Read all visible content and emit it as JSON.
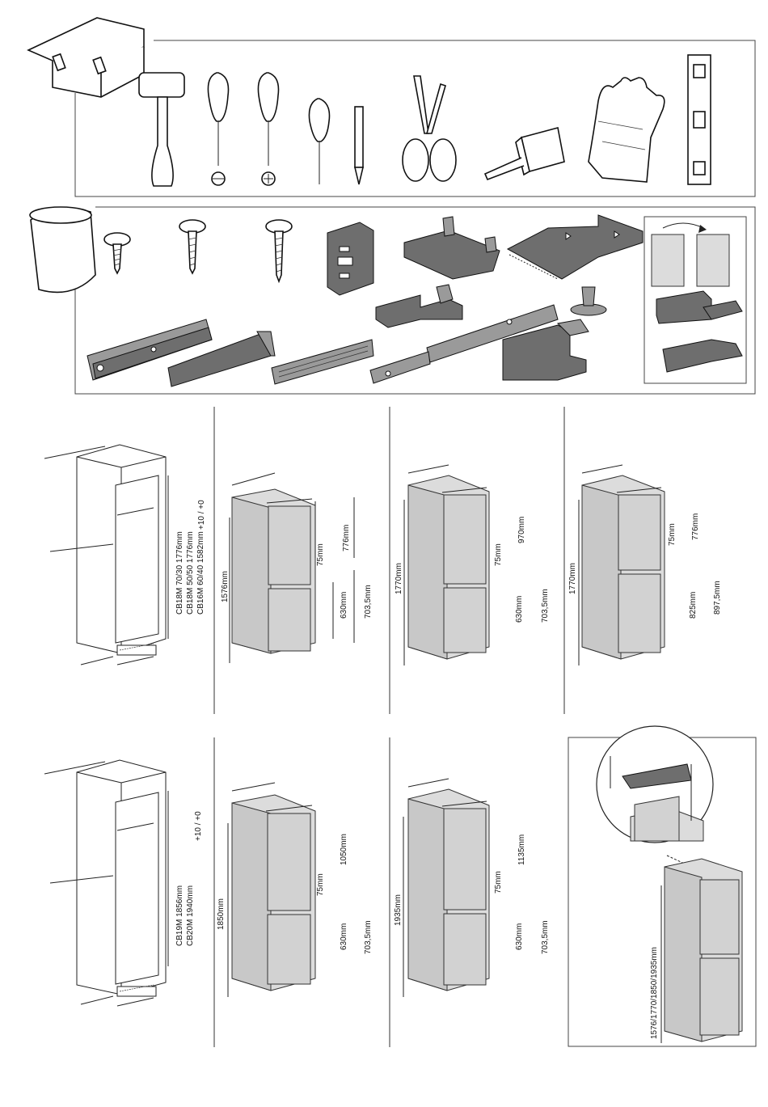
{
  "cabinet_a": {
    "lines": [
      "CB18M 70/30 1776mm",
      "CB18M 50/50 1776mm",
      "CB16M 60/40 1582mm"
    ],
    "tolerance": "+10 / +0"
  },
  "fridge_1": {
    "height": "1576mm",
    "upper": "776mm",
    "gap": "75mm",
    "lower": "630mm",
    "lower_total": "703,5mm"
  },
  "fridge_2": {
    "height": "1770mm",
    "upper": "970mm",
    "gap": "75mm",
    "lower": "630mm",
    "lower_total": "703,5mm"
  },
  "fridge_3": {
    "height": "1770mm",
    "upper": "776mm",
    "gap": "75mm",
    "lower": "825mm",
    "lower_total": "897,5mm"
  },
  "cabinet_b": {
    "lines": [
      "CB19M 1856mm",
      "CB20M 1940mm"
    ],
    "tolerance": "+10 / +0"
  },
  "fridge_4": {
    "height": "1850mm",
    "upper": "1050mm",
    "gap": "75mm",
    "lower": "630mm",
    "lower_total": "703,5mm"
  },
  "fridge_5": {
    "height": "1935mm",
    "upper": "1135mm",
    "gap": "75mm",
    "lower": "630mm",
    "lower_total": "703,5mm"
  },
  "detail": {
    "height_range": "1576/1770/1850/1935mm"
  }
}
